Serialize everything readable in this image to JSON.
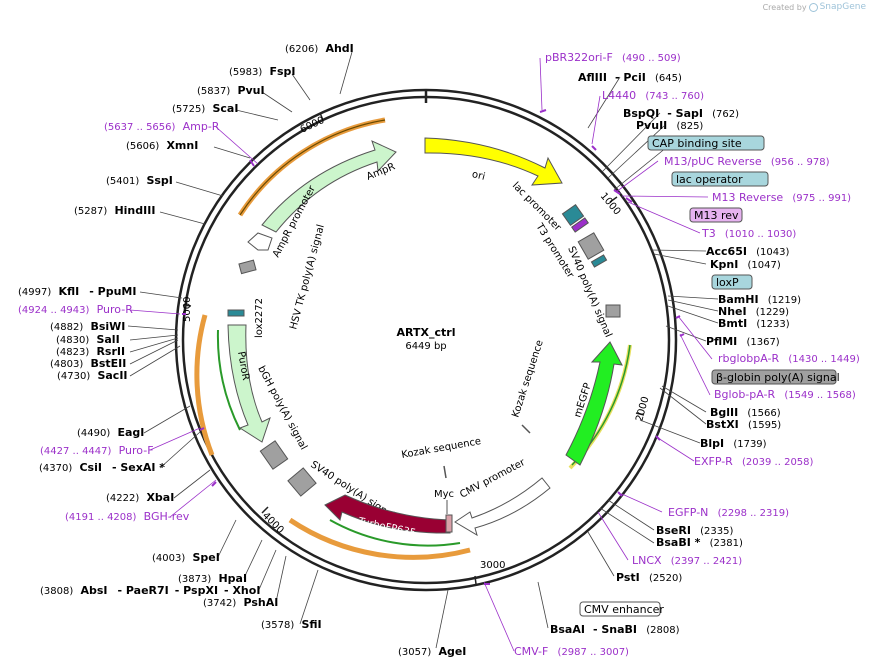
{
  "header": {
    "credit_prefix": "Created by",
    "credit_brand": "SnapGene"
  },
  "plasmid": {
    "name": "ARTX_ctrl",
    "length": "6449 bp"
  },
  "ticks": [
    "1000",
    "2000",
    "3000",
    "4000",
    "5000",
    "6000"
  ],
  "features": [
    {
      "id": "ori",
      "label": "ori"
    },
    {
      "id": "ampr",
      "label": "AmpR"
    },
    {
      "id": "ampr-promoter",
      "label": "AmpR promoter"
    },
    {
      "id": "hsv-tk",
      "label": "HSV TK poly(A) signal"
    },
    {
      "id": "lox2272",
      "label": "lox2272"
    },
    {
      "id": "puror",
      "label": "PuroR"
    },
    {
      "id": "bgh",
      "label": "bGH poly(A) signal"
    },
    {
      "id": "sv40-left",
      "label": "SV40 poly(A) signal"
    },
    {
      "id": "turbofp",
      "label": "TurboFP635"
    },
    {
      "id": "myc",
      "label": "Myc"
    },
    {
      "id": "cmv-promoter",
      "label": "CMV promoter"
    },
    {
      "id": "kozak-1",
      "label": "Kozak sequence"
    },
    {
      "id": "kozak-2",
      "label": "Kozak sequence"
    },
    {
      "id": "megfp",
      "label": "mEGFP"
    },
    {
      "id": "sv40-right",
      "label": "SV40 poly(A) signal"
    },
    {
      "id": "t3-promoter",
      "label": "T3 promoter"
    },
    {
      "id": "lac-promoter",
      "label": "lac promoter"
    }
  ],
  "sites": [
    {
      "name": "AhdI",
      "pos": "(6206)"
    },
    {
      "name": "FspI",
      "pos": "(5983)"
    },
    {
      "name": "PvuI",
      "pos": "(5837)"
    },
    {
      "name": "ScaI",
      "pos": "(5725)"
    },
    {
      "name": "Amp-R",
      "pos": "(5637 .. 5656)",
      "primer": true
    },
    {
      "name": "XmnI",
      "pos": "(5606)"
    },
    {
      "name": "SspI",
      "pos": "(5401)"
    },
    {
      "name": "HindIII",
      "pos": "(5287)"
    },
    {
      "name": "KflI",
      "name2": "PpuMI",
      "pos": "(4997)"
    },
    {
      "name": "Puro-R",
      "pos": "(4924 .. 4943)",
      "primer": true
    },
    {
      "name": "BsiWI",
      "pos": "(4882)"
    },
    {
      "name": "SalI",
      "pos": "(4830)"
    },
    {
      "name": "RsrII",
      "pos": "(4823)"
    },
    {
      "name": "BstEII",
      "pos": "(4803)"
    },
    {
      "name": "SacII",
      "pos": "(4730)"
    },
    {
      "name": "EagI",
      "pos": "(4490)"
    },
    {
      "name": "Puro-F",
      "pos": "(4427 .. 4447)",
      "primer": true
    },
    {
      "name": "CsiI",
      "name2": "SexAI *",
      "pos": "(4370)"
    },
    {
      "name": "XbaI",
      "pos": "(4222)"
    },
    {
      "name": "BGH-rev",
      "pos": "(4191 .. 4208)",
      "primer": true
    },
    {
      "name": "SpeI",
      "pos": "(4003)"
    },
    {
      "name": "HpaI",
      "pos": "(3873)"
    },
    {
      "name": "AbsI",
      "name2": "PaeR7I",
      "name3": "PspXI",
      "name4": "XhoI",
      "pos": "(3808)"
    },
    {
      "name": "PshAI",
      "pos": "(3742)"
    },
    {
      "name": "SfiI",
      "pos": "(3578)"
    },
    {
      "name": "AgeI",
      "pos": "(3057)"
    },
    {
      "name": "CMV-F",
      "pos": "(2987 .. 3007)",
      "primer": true
    },
    {
      "name": "BsaAI",
      "name2": "SnaBI",
      "pos": "(2808)"
    },
    {
      "name": "CMV enhancer",
      "box": "white"
    },
    {
      "name": "PstI",
      "pos": "(2520)"
    },
    {
      "name": "LNCX",
      "pos": "(2397 .. 2421)",
      "primer": true
    },
    {
      "name": "BsaBI *",
      "pos": "(2381)"
    },
    {
      "name": "BseRI",
      "pos": "(2335)"
    },
    {
      "name": "EGFP-N",
      "pos": "(2298 .. 2319)",
      "primer": true
    },
    {
      "name": "EXFP-R",
      "pos": "(2039 .. 2058)",
      "primer": true
    },
    {
      "name": "BlpI",
      "pos": "(1739)"
    },
    {
      "name": "BstXI",
      "pos": "(1595)"
    },
    {
      "name": "BglII",
      "pos": "(1566)"
    },
    {
      "name": "Bglob-pA-R",
      "pos": "(1549 .. 1568)",
      "primer": true
    },
    {
      "name": "β-globin poly(A) signal",
      "box": "gray"
    },
    {
      "name": "rbglobpA-R",
      "pos": "(1430 .. 1449)",
      "primer": true
    },
    {
      "name": "PflMI",
      "pos": "(1367)"
    },
    {
      "name": "BmtI",
      "pos": "(1233)"
    },
    {
      "name": "NheI",
      "pos": "(1229)"
    },
    {
      "name": "BamHI",
      "pos": "(1219)"
    },
    {
      "name": "loxP",
      "box": "blue"
    },
    {
      "name": "KpnI",
      "pos": "(1047)"
    },
    {
      "name": "Acc65I",
      "pos": "(1043)"
    },
    {
      "name": "T3",
      "pos": "(1010 .. 1030)",
      "primer": true
    },
    {
      "name": "M13 rev",
      "box": "purple"
    },
    {
      "name": "M13 Reverse",
      "pos": "(975 .. 991)",
      "primer": true
    },
    {
      "name": "lac operator",
      "box": "blue"
    },
    {
      "name": "M13/pUC Reverse",
      "pos": "(956 .. 978)",
      "primer": true
    },
    {
      "name": "CAP binding site",
      "box": "blue"
    },
    {
      "name": "PvuII",
      "pos": "(825)"
    },
    {
      "name": "BspQI",
      "name2": "SapI",
      "pos": "(762)"
    },
    {
      "name": "L4440",
      "pos": "(743 .. 760)",
      "primer": true
    },
    {
      "name": "AflIII",
      "name2": "PciI",
      "pos": "(645)"
    },
    {
      "name": "pBR322ori-F",
      "pos": "(490 .. 509)",
      "primer": true
    }
  ],
  "colors": {
    "backbone": "#222222",
    "primer": "#9b30c9",
    "ori": "#ffff00",
    "ampr": "#ccf5cc",
    "megfp": "#22ee22",
    "turbofp": "#990033",
    "orange": "#e89b3c",
    "gray_box": "#a0a0a0",
    "blue_box": "#a8d6dd",
    "purple_box": "#e6b3f0",
    "teal": "#2a8a96"
  }
}
